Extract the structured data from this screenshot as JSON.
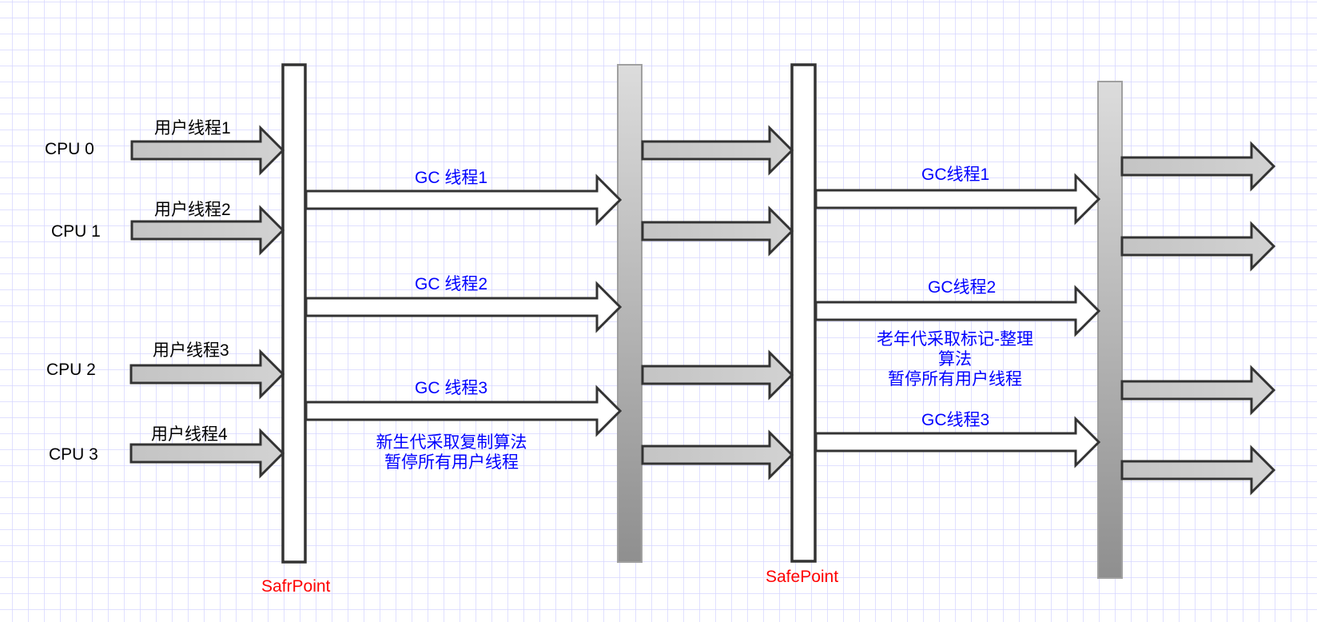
{
  "diagram": {
    "title": "GC SafePoint thread diagram",
    "colors": {
      "grid": "#d6d6ff",
      "stroke": "#333333",
      "gray_fill": "#cccccc",
      "white_fill": "#ffffff",
      "gc_text": "#0000ff",
      "safepoint_text": "#ff0000",
      "plain_text": "#000000"
    },
    "cpus": [
      {
        "label": "CPU 0",
        "thread": "用户线程1"
      },
      {
        "label": "CPU 1",
        "thread": "用户线程2"
      },
      {
        "label": "CPU 2",
        "thread": "用户线程3"
      },
      {
        "label": "CPU 3",
        "thread": "用户线程4"
      }
    ],
    "phase1": {
      "safepoint_label": "SafrPoint",
      "gc_threads": [
        "GC 线程1",
        "GC 线程2",
        "GC 线程3"
      ],
      "note": "新生代采取复制算法\n暂停所有用户线程"
    },
    "phase2": {
      "safepoint_label": "SafePoint",
      "gc_threads": [
        "GC线程1",
        "GC线程2",
        "GC线程3"
      ],
      "note": "老年代采取标记-整理\n算法\n暂停所有用户线程"
    }
  }
}
